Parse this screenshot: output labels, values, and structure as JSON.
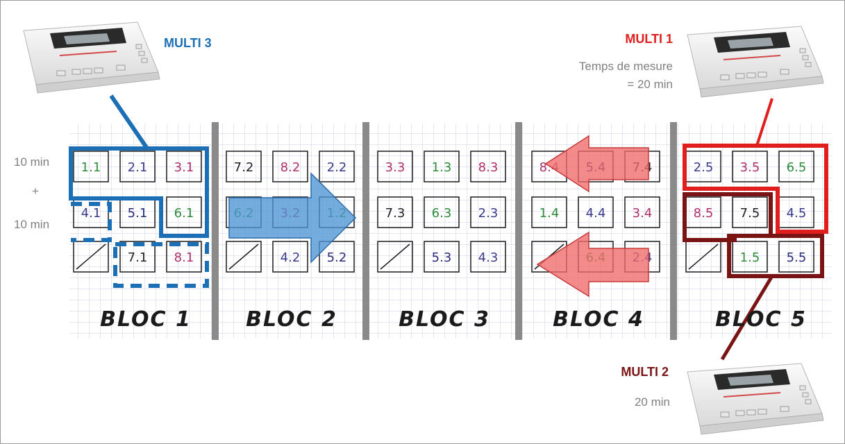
{
  "labels": {
    "multi3": "MULTI 3",
    "multi1": "MULTI 1",
    "multi2": "MULTI 2",
    "temps_line1": "Temps de mesure",
    "temps_line2": "= 20 min",
    "twenty_min": "20 min",
    "ten_min_top": "10 min",
    "plus": "+",
    "ten_min_bottom": "10 min"
  },
  "blocks": [
    {
      "name": "BLOC 1",
      "cells": [
        "1.1",
        "2.1",
        "3.1",
        "4.1",
        "5.1",
        "6.1",
        "",
        "7.1",
        "8.1"
      ]
    },
    {
      "name": "BLOC 2",
      "cells": [
        "7.2",
        "8.2",
        "2.2",
        "6.2",
        "3.2",
        "1.2",
        "",
        "4.2",
        "5.2"
      ]
    },
    {
      "name": "BLOC 3",
      "cells": [
        "3.3",
        "1.3",
        "8.3",
        "7.3",
        "6.3",
        "2.3",
        "",
        "5.3",
        "4.3"
      ]
    },
    {
      "name": "BLOC 4",
      "cells": [
        "8.4",
        "5.4",
        "7.4",
        "1.4",
        "4.4",
        "3.4",
        "",
        "6.4",
        "2.4"
      ]
    },
    {
      "name": "BLOC 5",
      "cells": [
        "2.5",
        "3.5",
        "6.5",
        "8.5",
        "7.5",
        "4.5",
        "",
        "1.5",
        "5.5"
      ]
    }
  ],
  "treatment_colors": {
    "1": "#2e8b3a",
    "2": "#3a3a8c",
    "3": "#b0306a",
    "4": "#3a3a8c",
    "5": "#2a2a7a",
    "6": "#2e8b3a",
    "7": "#222222",
    "8": "#b0306a"
  },
  "colors": {
    "multi3": "#1c6fb5",
    "multi1": "#e01e1e",
    "multi2": "#7a1414",
    "separator": "#8a8a8a",
    "grid": "#c8cfe0",
    "arrow_blue": "#4d95d3",
    "arrow_red": "#f06a6a"
  },
  "icons": {
    "device": "multimeter-device-icon",
    "empty_cell": "diagonal-slash-icon"
  }
}
